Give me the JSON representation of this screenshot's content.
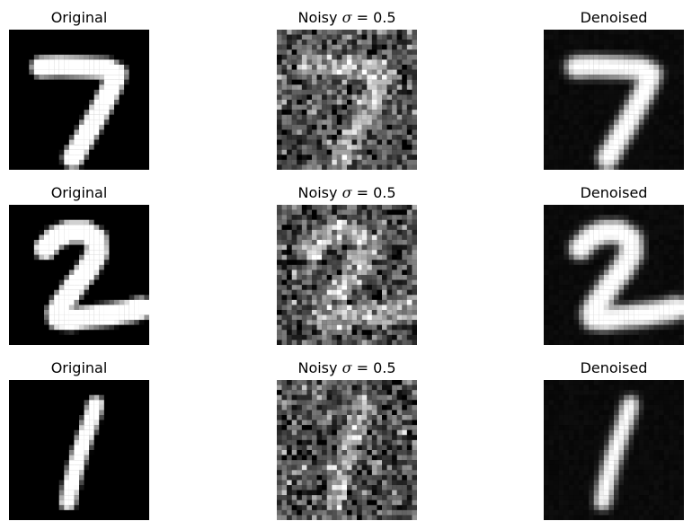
{
  "figure": {
    "rows": [
      {
        "digit": "7",
        "panels": [
          {
            "title": "Original",
            "kind": "original"
          },
          {
            "title_prefix": "Noisy ",
            "sigma_symbol": "σ",
            "sigma_eq": " = 0.5",
            "kind": "noisy"
          },
          {
            "title": "Denoised",
            "kind": "denoised"
          }
        ]
      },
      {
        "digit": "2",
        "panels": [
          {
            "title": "Original",
            "kind": "original"
          },
          {
            "title_prefix": "Noisy ",
            "sigma_symbol": "σ",
            "sigma_eq": " = 0.5",
            "kind": "noisy"
          },
          {
            "title": "Denoised",
            "kind": "denoised"
          }
        ]
      },
      {
        "digit": "1",
        "panels": [
          {
            "title": "Original",
            "kind": "original"
          },
          {
            "title_prefix": "Noisy ",
            "sigma_symbol": "σ",
            "sigma_eq": " = 0.5",
            "kind": "noisy"
          },
          {
            "title": "Denoised",
            "kind": "denoised"
          }
        ]
      }
    ],
    "noise_sigma": 0.5,
    "colors": {
      "background": "#000000",
      "stroke": "#ffffff"
    }
  }
}
